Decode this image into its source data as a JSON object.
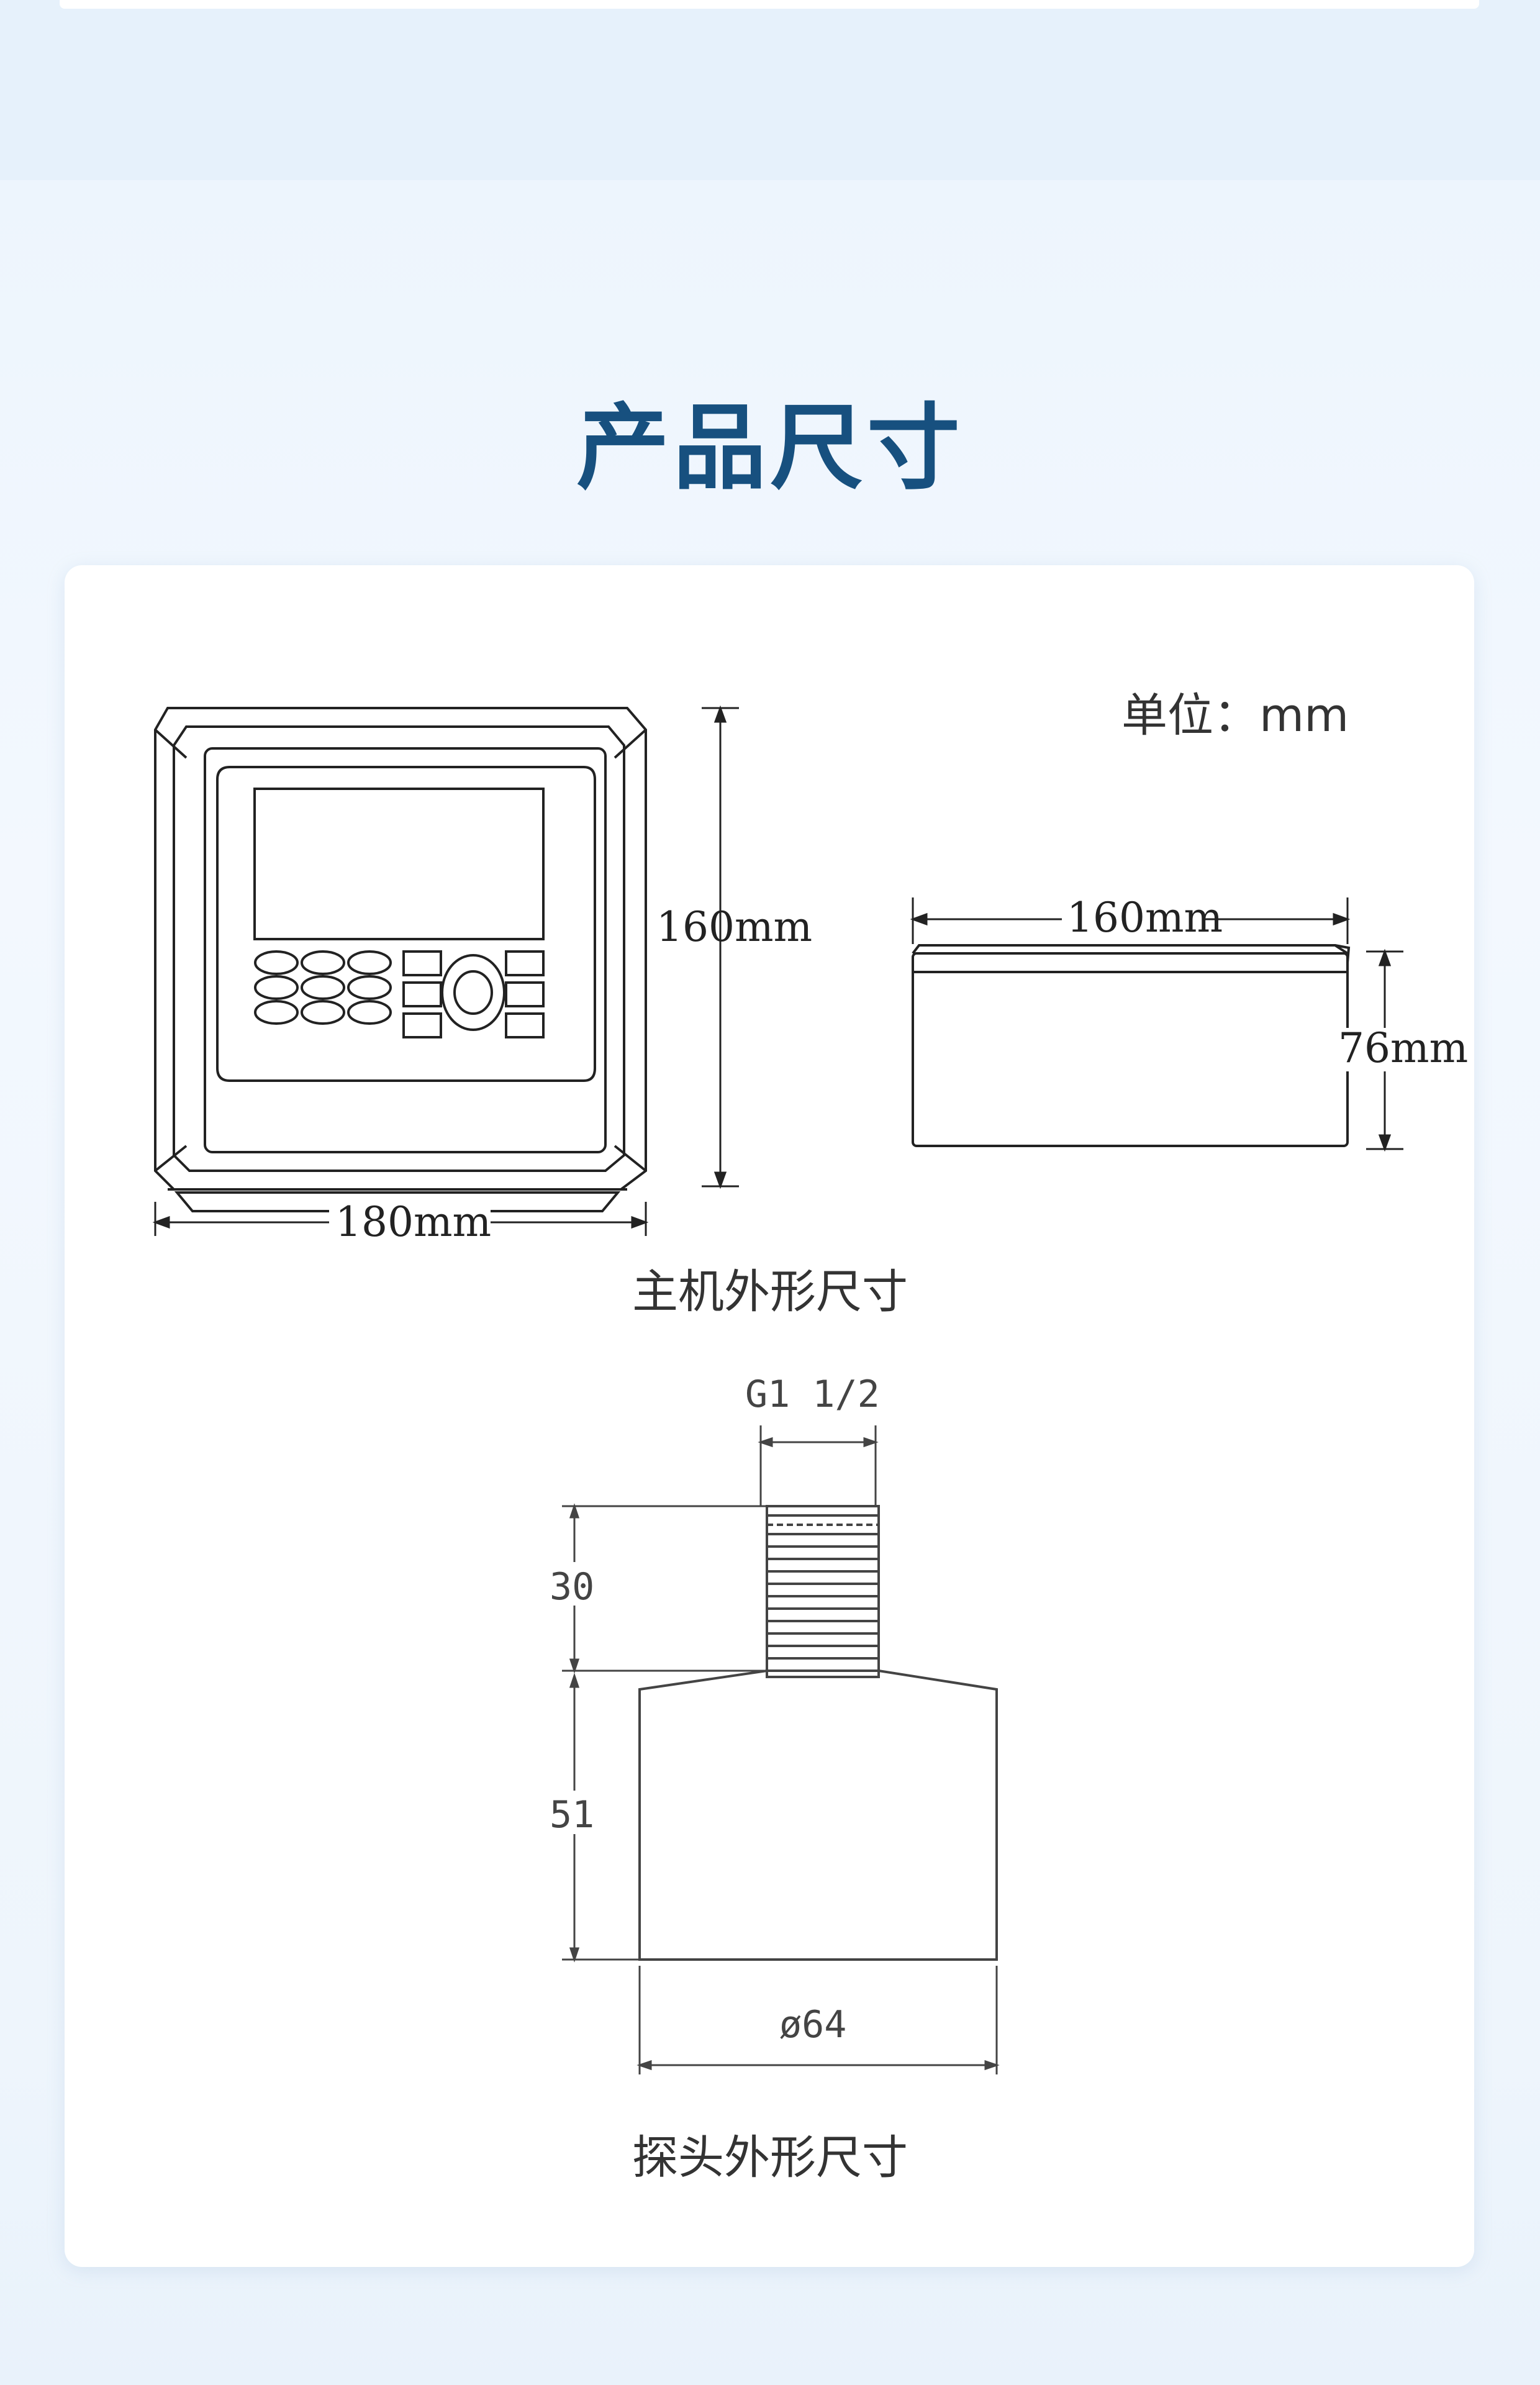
{
  "section_title": "产品尺寸",
  "unit_label": "单位：mm",
  "host": {
    "caption": "主机外形尺寸",
    "front_width": "180mm",
    "front_height": "160mm",
    "side_width": "160mm",
    "side_height": "76mm"
  },
  "probe": {
    "caption": "探头外形尺寸",
    "thread": "G1  1/2",
    "thread_length": "30",
    "body_height": "51",
    "diameter": "ø64"
  }
}
